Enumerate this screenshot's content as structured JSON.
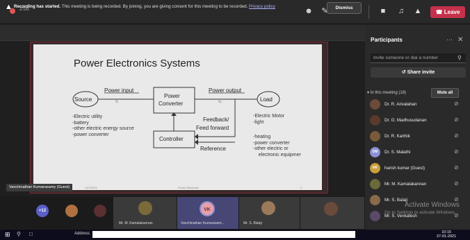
{
  "topbar": {
    "recording_time": "2:05",
    "leave_label": "Leave",
    "accent": "#c4314b"
  },
  "banner": {
    "title": "Recording has started.",
    "message": "This meeting is being recorded. By joining, you are giving consent for this meeting to be recorded.",
    "link": "Privacy policy",
    "dismiss": "Dismiss"
  },
  "slide": {
    "title": "Power Electronics Systems",
    "source": "Source",
    "power_input": "Power input",
    "converter_line1": "Power",
    "converter_line2": "Converter",
    "power_output": "Power output",
    "load": "Load",
    "controller": "Controller",
    "feedback_line1": "Feedback/",
    "feedback_line2": "Feed forward",
    "reference": "Reference",
    "vi": "Vᵢ",
    "vo": "Vₒ",
    "source_list": "-Electric utility\n-battery\n-other electric energy source\n-power converter",
    "load_list_1": "-Electric Motor\n-light",
    "load_list_2": "-heating\n-power converter\n-other electric or\n    electronic equipmer",
    "footer_left": "1/27/2021",
    "footer_mid": "Power Electronic",
    "footer_right": "3"
  },
  "presenter_label": "Vanchinathan Kumarasamy (Guest)",
  "tiles": {
    "overflow_count": "+12",
    "names": [
      "Mr. M. Kamalakannan",
      "Vanchinathan Kumarasam...",
      "Mr. S. Balaji"
    ],
    "vk_initials": "VK"
  },
  "panel": {
    "title": "Participants",
    "invite_placeholder": "Invite someone or dial a number",
    "share_invite": "Share invite",
    "in_meeting": "In this meeting (18)",
    "mute_all": "Mute all",
    "participants": [
      {
        "name": "Dr. R. Arivalahan",
        "initials": "",
        "color": "#6b4b3a"
      },
      {
        "name": "Dr. G. Madhusudanan",
        "initials": "",
        "color": "#5a3a2a"
      },
      {
        "name": "Dr. R. Karthik",
        "initials": "",
        "color": "#7a5a3a"
      },
      {
        "name": "Dr. S. Malathi",
        "initials": "DM",
        "color": "#8b8fd4"
      },
      {
        "name": "harish kumar (Guest)",
        "initials": "HK",
        "color": "#c8a03c"
      },
      {
        "name": "Mr. M. Kamalakannan",
        "initials": "",
        "color": "#6a6a3a"
      },
      {
        "name": "Mr. S. Balaji",
        "initials": "",
        "color": "#8a6a4a"
      },
      {
        "name": "Mr. S. Venkatesh",
        "initials": "",
        "color": "#5a4a6a"
      }
    ],
    "watermark_title": "Activate Windows",
    "watermark_sub": "Go to Settings to activate Windows."
  },
  "taskbar": {
    "address_label": "Address",
    "time": "10:15",
    "date": "27-01-2021"
  }
}
